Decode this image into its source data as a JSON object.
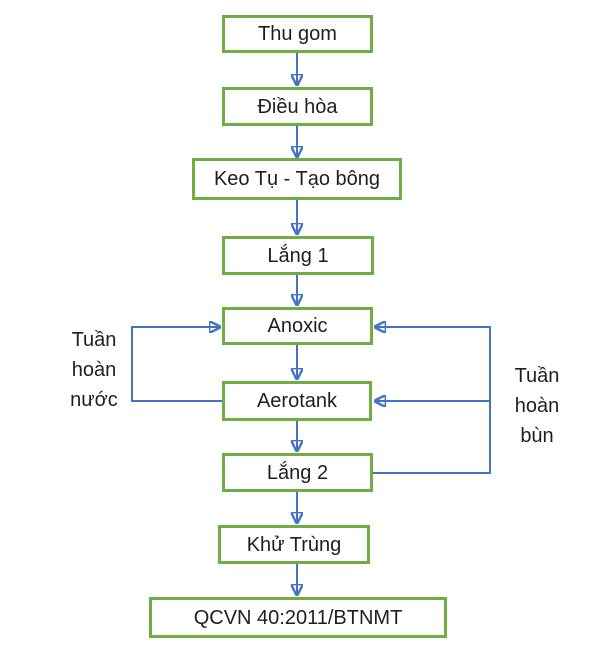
{
  "diagram": {
    "type": "flowchart",
    "description": "Wastewater treatment process flow diagram (Vietnamese)",
    "nodes": [
      {
        "id": "thu-gom",
        "label": "Thu gom"
      },
      {
        "id": "dieu-hoa",
        "label": "Điều hòa"
      },
      {
        "id": "keo-tu",
        "label": "Keo Tụ - Tạo bông"
      },
      {
        "id": "lang-1",
        "label": "Lắng 1"
      },
      {
        "id": "anoxic",
        "label": "Anoxic"
      },
      {
        "id": "aerotank",
        "label": "Aerotank"
      },
      {
        "id": "lang-2",
        "label": "Lắng 2"
      },
      {
        "id": "khu-trung",
        "label": "Khử Trùng"
      },
      {
        "id": "qcvn",
        "label": "QCVN 40:2011/BTNMT"
      }
    ],
    "edges": [
      {
        "from": "Thu gom",
        "to": "Điều hòa"
      },
      {
        "from": "Điều hòa",
        "to": "Keo Tụ - Tạo bông"
      },
      {
        "from": "Keo Tụ - Tạo bông",
        "to": "Lắng 1"
      },
      {
        "from": "Lắng 1",
        "to": "Anoxic"
      },
      {
        "from": "Anoxic",
        "to": "Aerotank"
      },
      {
        "from": "Aerotank",
        "to": "Lắng 2"
      },
      {
        "from": "Lắng 2",
        "to": "Khử Trùng"
      },
      {
        "from": "Khử Trùng",
        "to": "QCVN 40:2011/BTNMT"
      },
      {
        "from": "Aerotank",
        "to": "Anoxic",
        "label": "Tuần hoàn nước",
        "side": "left"
      },
      {
        "from": "Lắng 2",
        "to": "Anoxic",
        "label": "Tuần hoàn bùn",
        "side": "right"
      },
      {
        "from": "Lắng 2",
        "to": "Aerotank",
        "label": "Tuần hoàn bùn",
        "side": "right"
      }
    ],
    "annotations": {
      "left_loop_label": "Tuần hoàn nước",
      "right_loop_label": "Tuần hoàn bùn"
    },
    "colors": {
      "box_border": "#70AD47",
      "arrow": "#4472C4",
      "text": "#1f1f1f",
      "background": "#ffffff"
    }
  }
}
